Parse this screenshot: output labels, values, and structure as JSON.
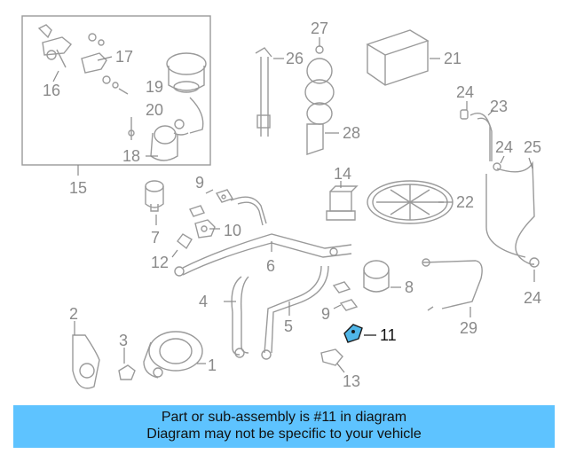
{
  "diagram": {
    "callouts": [
      "1",
      "2",
      "3",
      "4",
      "5",
      "6",
      "7",
      "8",
      "9",
      "9",
      "10",
      "11",
      "12",
      "13",
      "14",
      "15",
      "16",
      "17",
      "18",
      "19",
      "20",
      "21",
      "22",
      "23",
      "24",
      "24",
      "24",
      "25",
      "26",
      "27",
      "28",
      "29"
    ],
    "highlighted_part": "11",
    "colors": {
      "line": "#9a9a9a",
      "label": "#8a8a8a",
      "highlight_fill": "#4fb6e8",
      "banner": "#5ec3ff"
    }
  },
  "banner": {
    "line1": "Part or sub-assembly is #11 in diagram",
    "line2": "Diagram may not be specific to your vehicle"
  }
}
